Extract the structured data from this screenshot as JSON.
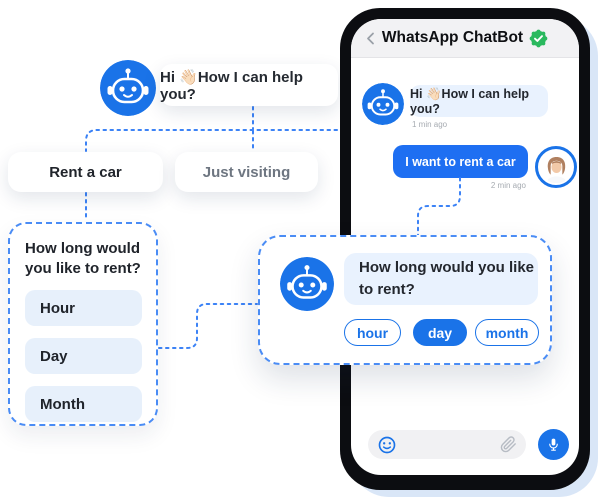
{
  "colors": {
    "accent": "#1a73e8",
    "connector": "#3b82f6",
    "bubble_light": "#e9f2fe",
    "option_bg": "#e7f0fb",
    "user_bubble": "#1e6ff2",
    "verified_green": "#2ab95e",
    "frame_shadow": "#d9e6f7"
  },
  "flowchart": {
    "bot_greeting": "Hi 👋🏻How I can help you?",
    "node_rent_car": "Rent a car",
    "node_just_visiting": "Just visiting",
    "rental_panel": {
      "title": "How long would you like to rent?",
      "options": [
        "Hour",
        "Day",
        "Month"
      ]
    }
  },
  "overlay_card": {
    "question": "How long would you like to rent?",
    "pills": [
      {
        "label": "hour",
        "active": false
      },
      {
        "label": "day",
        "active": true
      },
      {
        "label": "month",
        "active": false
      }
    ]
  },
  "phone": {
    "header": {
      "title": "WhatsApp ChatBot"
    },
    "messages": {
      "bot": {
        "text": "Hi 👋🏻How I can help you?",
        "time": "1 min ago"
      },
      "user": {
        "text": "I want to rent a car",
        "time": "2 min ago"
      }
    }
  },
  "icons": {
    "back": "chevron-left",
    "verified": "verified-badge",
    "emoji": "smiley-face",
    "attachment": "paperclip",
    "voice": "microphone",
    "bot": "robot-avatar",
    "user": "woman-avatar"
  }
}
